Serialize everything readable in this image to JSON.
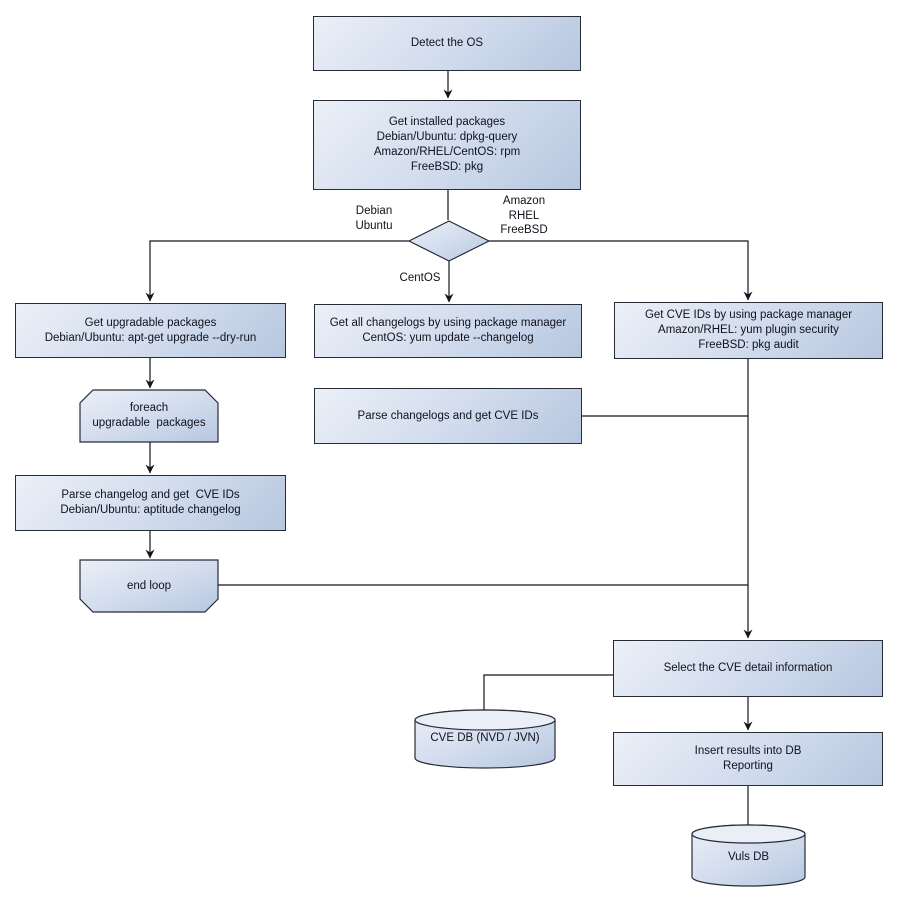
{
  "diagram": {
    "background": "#ffffff",
    "node_fill_light": "#ebf0f8",
    "node_fill_dark": "#b7c7e0",
    "node_border": "#272c36",
    "line_color": "#14161a",
    "text_color": "#10121c"
  },
  "nodes": {
    "detect_os": {
      "label": "Detect the OS"
    },
    "get_installed": {
      "label": "Get installed packages\nDebian/Ubuntu: dpkg-query\nAmazon/RHEL/CentOS: rpm\nFreeBSD: pkg"
    },
    "get_upgradable": {
      "label": "Get upgradable packages\nDebian/Ubuntu: apt-get upgrade --dry-run"
    },
    "foreach_loop": {
      "label": "foreach\nupgradable  packages"
    },
    "parse_changelog": {
      "label": "Parse changelog and get  CVE IDs\nDebian/Ubuntu: aptitude changelog"
    },
    "end_loop": {
      "label": "end loop"
    },
    "get_all_changelogs": {
      "label": "Get all changelogs by using package manager\nCentOS: yum update --changelog"
    },
    "parse_changelogs": {
      "label": "Parse changelogs and get CVE IDs"
    },
    "get_cve_ids": {
      "label": "Get CVE IDs by using package manager\nAmazon/RHEL: yum plugin security\nFreeBSD: pkg audit"
    },
    "select_cve": {
      "label": "Select the CVE detail information"
    },
    "cve_db": {
      "label": "CVE DB (NVD / JVN)"
    },
    "insert_results": {
      "label": "Insert results into DB\nReporting"
    },
    "vuls_db": {
      "label": "Vuls DB"
    }
  },
  "edge_labels": {
    "debian_ubuntu": {
      "label": "Debian\nUbuntu"
    },
    "amazon_rhel_freebsd": {
      "label": "Amazon\nRHEL\nFreeBSD"
    },
    "centos": {
      "label": "CentOS"
    }
  }
}
